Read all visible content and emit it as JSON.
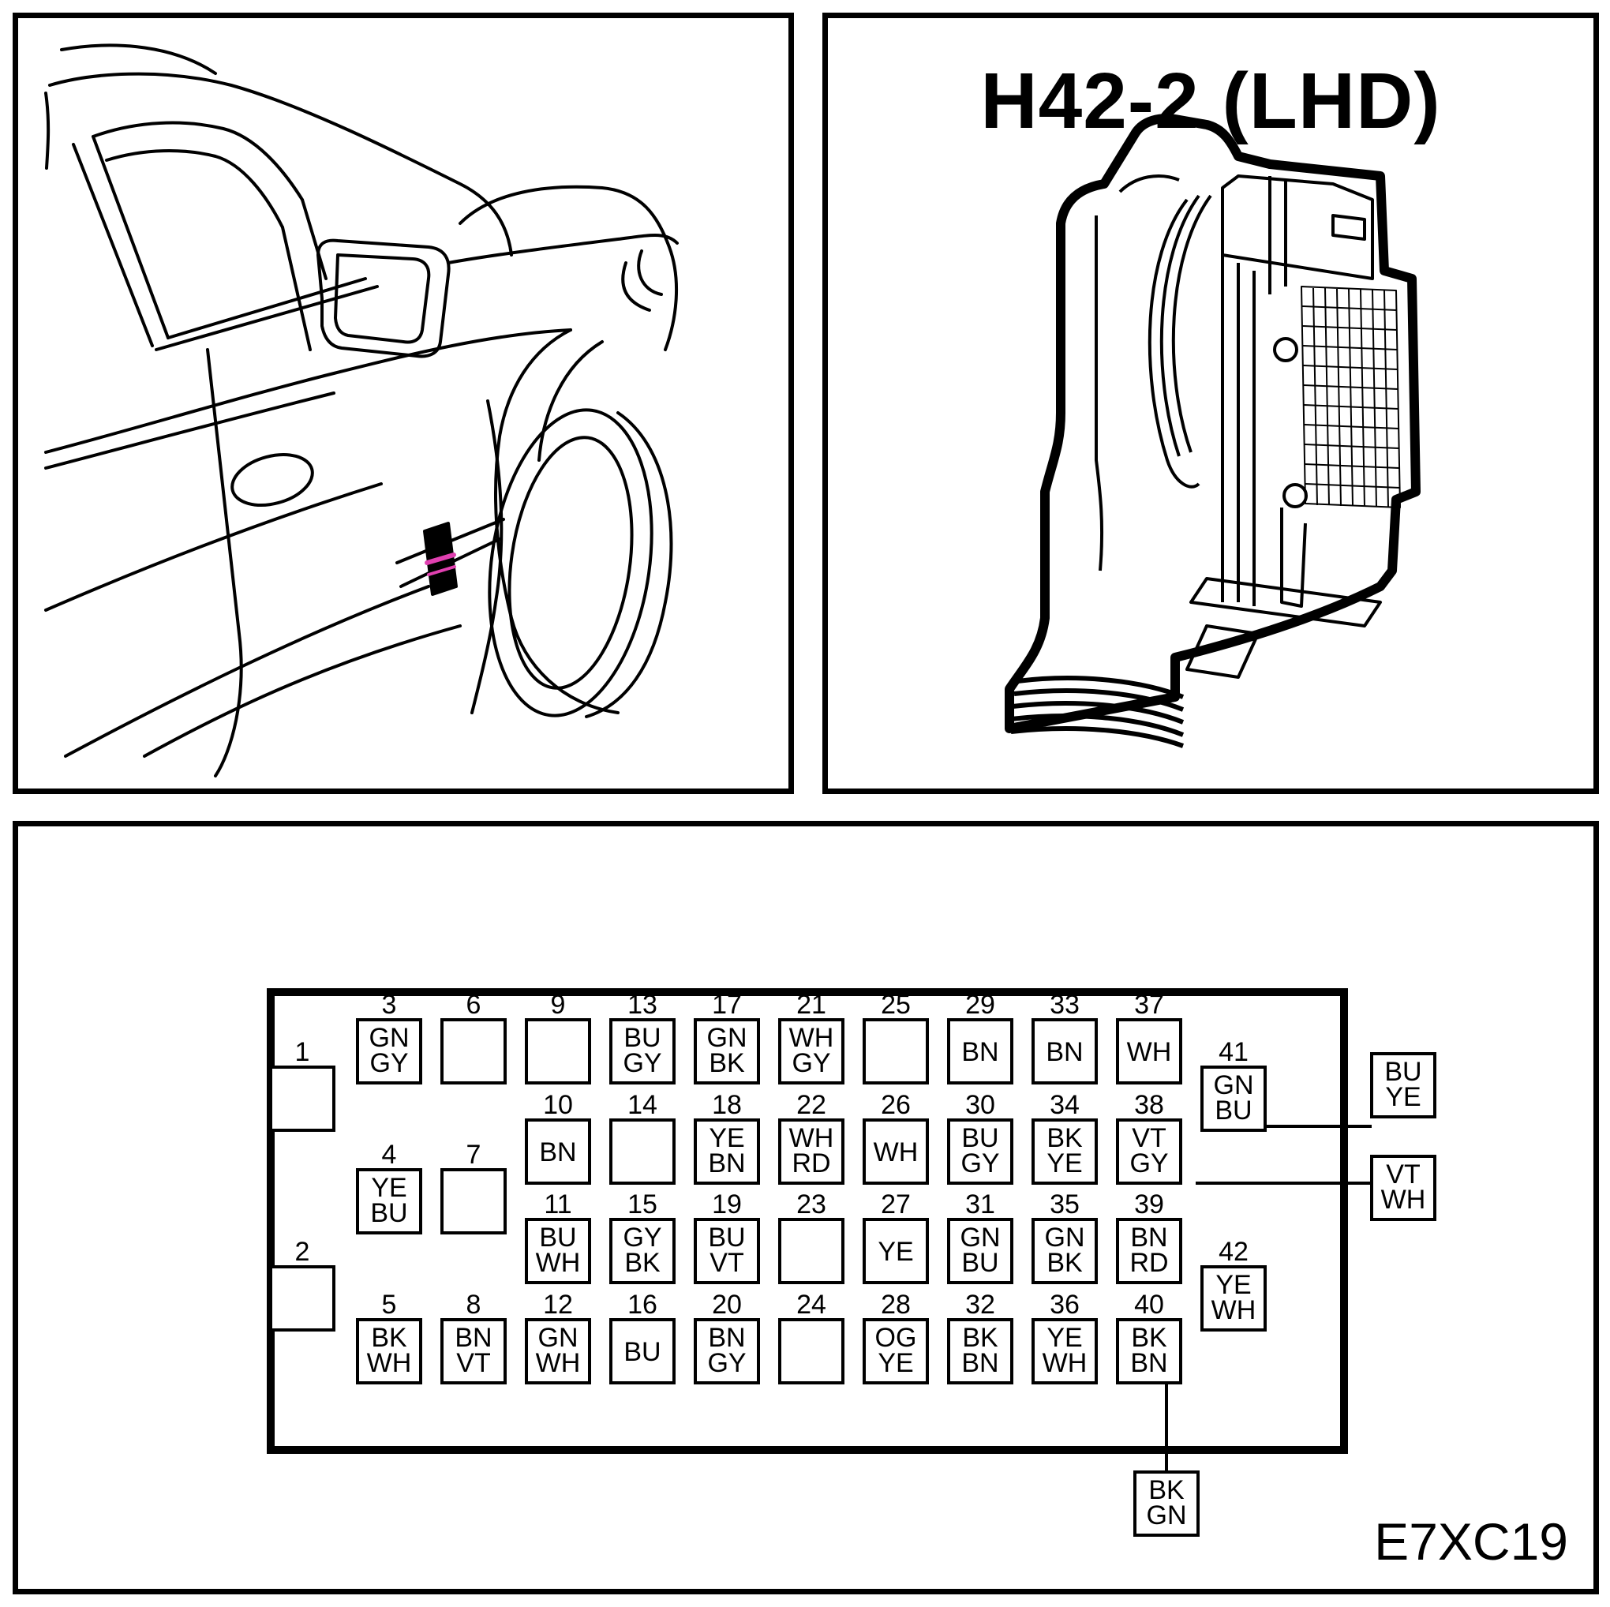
{
  "title": "H42-2 (LHD)",
  "figure_code": "E7XC19",
  "pins": [
    {
      "n": "1",
      "c": []
    },
    {
      "n": "2",
      "c": []
    },
    {
      "n": "3",
      "c": [
        "GN",
        "GY"
      ]
    },
    {
      "n": "4",
      "c": [
        "YE",
        "BU"
      ]
    },
    {
      "n": "5",
      "c": [
        "BK",
        "WH"
      ]
    },
    {
      "n": "6",
      "c": []
    },
    {
      "n": "7",
      "c": []
    },
    {
      "n": "8",
      "c": [
        "BN",
        "VT"
      ]
    },
    {
      "n": "9",
      "c": []
    },
    {
      "n": "10",
      "c": [
        "BN"
      ]
    },
    {
      "n": "11",
      "c": [
        "BU",
        "WH"
      ]
    },
    {
      "n": "12",
      "c": [
        "GN",
        "WH"
      ]
    },
    {
      "n": "13",
      "c": [
        "BU",
        "GY"
      ]
    },
    {
      "n": "14",
      "c": []
    },
    {
      "n": "15",
      "c": [
        "GY",
        "BK"
      ]
    },
    {
      "n": "16",
      "c": [
        "BU"
      ]
    },
    {
      "n": "17",
      "c": [
        "GN",
        "BK"
      ]
    },
    {
      "n": "18",
      "c": [
        "YE",
        "BN"
      ]
    },
    {
      "n": "19",
      "c": [
        "BU",
        "VT"
      ]
    },
    {
      "n": "20",
      "c": [
        "BN",
        "GY"
      ]
    },
    {
      "n": "21",
      "c": [
        "WH",
        "GY"
      ]
    },
    {
      "n": "22",
      "c": [
        "WH",
        "RD"
      ]
    },
    {
      "n": "23",
      "c": []
    },
    {
      "n": "24",
      "c": []
    },
    {
      "n": "25",
      "c": []
    },
    {
      "n": "26",
      "c": [
        "WH"
      ]
    },
    {
      "n": "27",
      "c": [
        "YE"
      ]
    },
    {
      "n": "28",
      "c": [
        "OG",
        "YE"
      ]
    },
    {
      "n": "29",
      "c": [
        "BN"
      ]
    },
    {
      "n": "30",
      "c": [
        "BU",
        "GY"
      ]
    },
    {
      "n": "31",
      "c": [
        "GN",
        "BU"
      ]
    },
    {
      "n": "32",
      "c": [
        "BK",
        "BN"
      ]
    },
    {
      "n": "33",
      "c": [
        "BN"
      ]
    },
    {
      "n": "34",
      "c": [
        "BK",
        "YE"
      ]
    },
    {
      "n": "35",
      "c": [
        "GN",
        "BK"
      ]
    },
    {
      "n": "36",
      "c": [
        "YE",
        "WH"
      ]
    },
    {
      "n": "37",
      "c": [
        "WH"
      ]
    },
    {
      "n": "38",
      "c": [
        "VT",
        "GY"
      ]
    },
    {
      "n": "39",
      "c": [
        "BN",
        "RD"
      ]
    },
    {
      "n": "40",
      "c": [
        "BK",
        "BN"
      ]
    },
    {
      "n": "41",
      "c": [
        "GN",
        "BU"
      ]
    },
    {
      "n": "42",
      "c": [
        "YE",
        "WH"
      ]
    }
  ],
  "external_wires": [
    {
      "from": "41",
      "c": [
        "BU",
        "YE"
      ]
    },
    {
      "from": "38",
      "c": [
        "VT",
        "WH"
      ]
    },
    {
      "from": "40",
      "c": [
        "BK",
        "GN"
      ]
    }
  ],
  "colors": {
    "line": "#000000",
    "highlight": "#e040b0"
  }
}
